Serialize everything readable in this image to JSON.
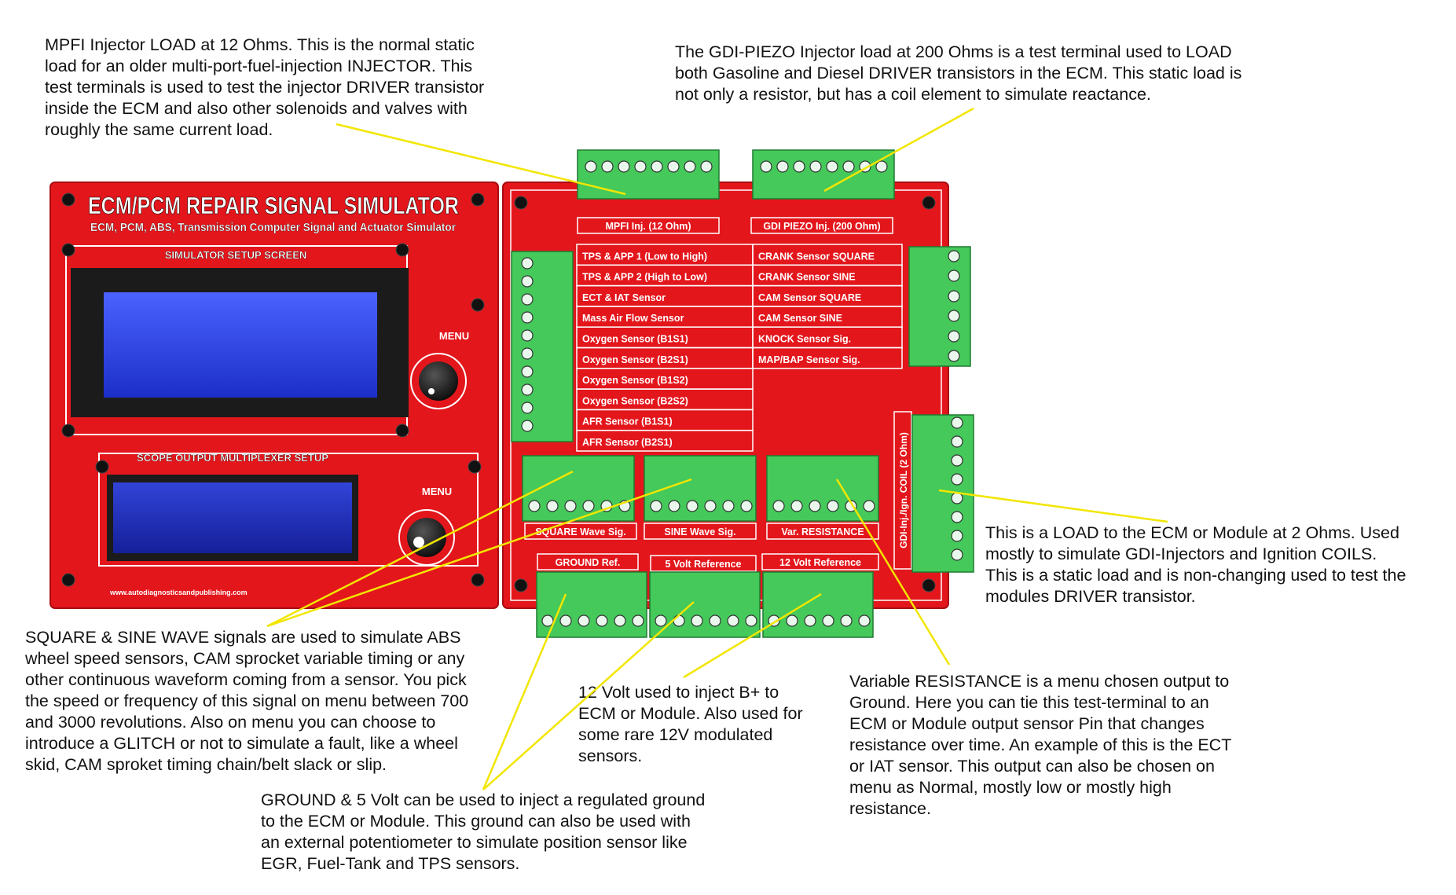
{
  "colors": {
    "board": "#e3161c",
    "board_edge": "#a80c10",
    "terminal_green": "#44c95a",
    "leader_line": "#f2e600",
    "lcd_blue": "#2a3fe0",
    "label_text": "#ffffff"
  },
  "board": {
    "title": "ECM/PCM REPAIR SIGNAL SIMULATOR",
    "subtitle": "ECM, PCM, ABS, Transmission Computer Signal and Actuator Simulator",
    "setup_screen_label": "SIMULATOR SETUP SCREEN",
    "scope_label": "SCOPE OUTPUT MULTIPLEXER SETUP",
    "menu_label_1": "MENU",
    "menu_label_2": "MENU",
    "website": "www.autodiagnosticsandpublishing.com"
  },
  "terminals": {
    "mpfi": "MPFI Inj. (12 Ohm)",
    "gdi": "GDI PIEZO Inj. (200 Ohm)",
    "coil": "GDI-Inj./Ign. COIL (2 Ohm)",
    "square": "SQUARE Wave Sig.",
    "sine": "SINE Wave Sig.",
    "resistance": "Var. RESISTANCE",
    "ground": "GROUND Ref.",
    "five_volt": "5 Volt Reference",
    "twelve_volt": "12 Volt Reference"
  },
  "sensors_left": [
    "TPS & APP 1 (Low to High)",
    "TPS & APP 2 (High to Low)",
    "ECT & IAT Sensor",
    "Mass Air Flow Sensor",
    "Oxygen Sensor (B1S1)",
    "Oxygen Sensor (B2S1)",
    "Oxygen Sensor (B1S2)",
    "Oxygen Sensor (B2S2)",
    "AFR Sensor (B1S1)",
    "AFR Sensor (B2S1)"
  ],
  "sensors_right": [
    "CRANK Sensor SQUARE",
    "CRANK Sensor SINE",
    "CAM Sensor SQUARE",
    "CAM Sensor SINE",
    "KNOCK Sensor Sig.",
    "MAP/BAP Sensor Sig."
  ],
  "annotations": {
    "mpfi": "MPFI Injector LOAD at 12 Ohms. This is the normal static\nload for an older multi-port-fuel-injection INJECTOR. This\ntest terminals is used to test the injector DRIVER transistor\ninside the ECM and also other solenoids and valves with\nroughly the same current load.",
    "gdi": "The GDI-PIEZO Injector load at 200 Ohms is a test terminal used to LOAD\nboth Gasoline and Diesel DRIVER transistors in the ECM. This static load is\nnot only a resistor, but has a coil element to simulate reactance.",
    "coil": "This is a LOAD to the ECM or Module at 2 Ohms. Used\nmostly to simulate GDI-Injectors and Ignition COILS.\nThis is a static load and is non-changing used to test the\nmodules DRIVER transistor.",
    "wave": "SQUARE & SINE WAVE signals are used to simulate ABS\nwheel speed sensors, CAM sprocket variable timing or any\nother continuous waveform coming from a sensor. You pick\nthe speed or frequency of this signal on menu between 700\nand 3000 revolutions. Also on menu you can choose to\nintroduce a GLITCH or not to simulate a fault, like a wheel\nskid, CAM sproket timing chain/belt slack or slip.",
    "twelve": "12 Volt used to inject B+ to\nECM or Module. Also used for\nsome rare 12V modulated\nsensors.",
    "resistance": "Variable RESISTANCE is a menu chosen output to\nGround. Here you can tie this test-terminal to an\nECM or Module output sensor Pin that changes\nresistance over time. An example of this is the ECT\nor IAT sensor. This output can also be chosen on\nmenu as Normal, mostly low or mostly high\nresistance.",
    "ground": "GROUND & 5 Volt can be used to inject a regulated ground\nto the ECM or Module. This ground can also be used with\nan external potentiometer to simulate position sensor like\nEGR, Fuel-Tank and TPS sensors."
  }
}
